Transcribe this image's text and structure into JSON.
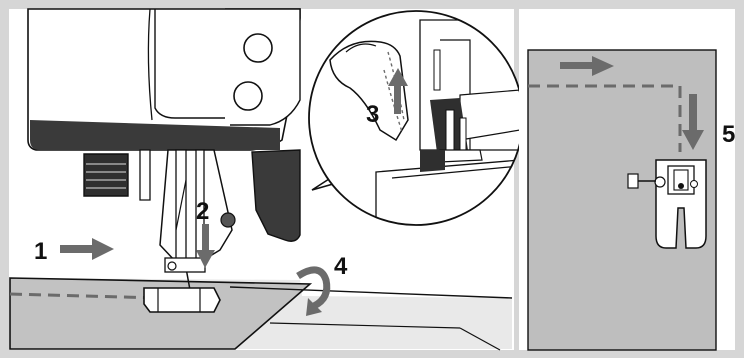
{
  "steps": {
    "step1": "1",
    "step2": "2",
    "step3": "3",
    "step4": "4",
    "step5": "5"
  },
  "colors": {
    "frame": "#d6d6d6",
    "panel_bg": "#ffffff",
    "fabric": "#bebebe",
    "fabric_light": "#e8e8e8",
    "line": "#111111",
    "arrow": "#6b6b6b",
    "stitch": "#6b6b6b"
  },
  "icons": {
    "left_panel": "sewing-machine-needle-lowered-illustration",
    "right_panel": "presser-foot-pivot-corner-illustration",
    "inset": "thread-and-presser-foot-lever-zoom"
  }
}
